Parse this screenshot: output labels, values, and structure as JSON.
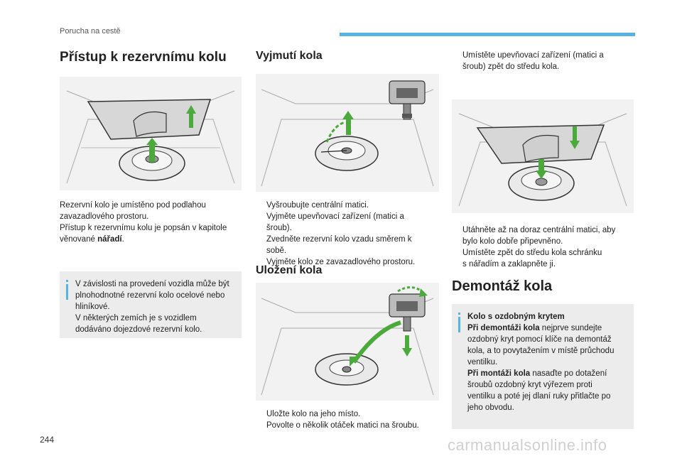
{
  "header": {
    "running_head": "Porucha na cestě"
  },
  "col1": {
    "title": "Přístup k rezervnímu kolu",
    "para_line1": "Rezervní kolo je umístěno pod podlahou",
    "para_line2": "zavazadlového prostoru.",
    "para_line3": "Přístup k rezervnímu kolu je popsán v kapitole",
    "para_line4_a": "věnované ",
    "para_line4_b": "nářadí",
    "para_line4_c": ".",
    "info": [
      "V závislosti na provedení vozidla může být",
      "plnohodnotné rezervní kolo ocelové nebo",
      "hliníkové.",
      "V některých zemích je s vozidlem",
      "dodáváno dojezdové rezervní kolo."
    ]
  },
  "col2": {
    "title1": "Vyjmutí kola",
    "bullet_marker": "",
    "steps1": [
      [
        "Vyšroubujte centrální matici."
      ],
      [
        "Vyjměte upevňovací zařízení (matici a",
        "šroub)."
      ],
      [
        "Zvedněte rezervní kolo vzadu směrem k",
        "sobě."
      ],
      [
        "Vyjměte kolo ze zavazadlového prostoru."
      ]
    ],
    "title2": "Uložení kola",
    "steps2": [
      [
        "Uložte kolo na jeho místo."
      ],
      [
        "Povolte o několik otáček matici na šroubu."
      ]
    ]
  },
  "col3": {
    "steps_top": [
      [
        "Umístěte upevňovací zařízení (matici a",
        "šroub) zpět do středu kola."
      ]
    ],
    "steps_mid": [
      [
        "Utáhněte až na doraz centrální matici, aby",
        "bylo kolo dobře připevněno."
      ],
      [
        "Umístěte zpět do středu kola schránku",
        "s nářadím a zaklapněte ji."
      ]
    ],
    "title": "Demontáž kola",
    "info_title": "Kolo s ozdobným krytem",
    "info_l1_b": "Při demontáži kola",
    "info_l1_t": " nejprve sundejte",
    "info_l2": "ozdobný kryt pomocí klíče na demontáž",
    "info_l3": "kola, a to povytažením v místě průchodu",
    "info_l4": "ventilku.",
    "info_l5_b": "Při montáži kola",
    "info_l5_t": " nasaďte po dotažení",
    "info_l6": "šroubů ozdobný kryt výřezem proti",
    "info_l7": "ventilku a poté jej dlaní ruky přitlačte po",
    "info_l8": "jeho obvodu."
  },
  "footer": {
    "page_number": "244",
    "watermark": "carmanualsonline.info"
  },
  "colors": {
    "accent": "#58b3e0",
    "arrow": "#4caa3c",
    "infobox_bg": "#ececec"
  }
}
